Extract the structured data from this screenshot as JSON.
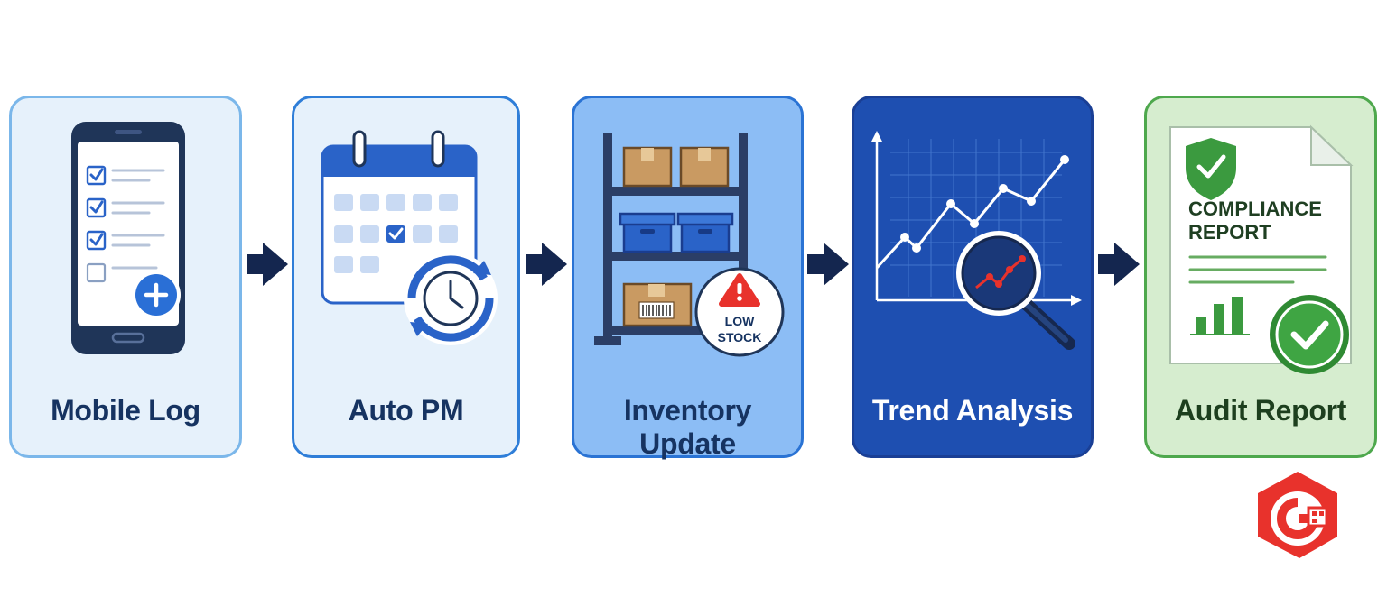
{
  "steps": [
    {
      "label": "Mobile Log",
      "icon": "mobile-checklist-icon"
    },
    {
      "label": "Auto PM",
      "icon": "calendar-clock-icon"
    },
    {
      "label": "Inventory Update",
      "icon": "warehouse-shelf-icon",
      "badge": "LOW\nSTOCK",
      "badge_line1": "LOW",
      "badge_line2": "STOCK"
    },
    {
      "label": "Trend Analysis",
      "icon": "trend-chart-magnifier-icon"
    },
    {
      "label": "Audit Report",
      "icon": "compliance-document-icon",
      "doc_title_line1": "COMPLIANCE",
      "doc_title_line2": "REPORT"
    }
  ],
  "colors": {
    "navy": "#163361",
    "blue": "#2a73d4",
    "dark_blue": "#1e4fb1",
    "green": "#4ea84d",
    "red": "#e8322c",
    "arrow": "#14264f"
  },
  "connectors": [
    "arrow-icon",
    "arrow-icon",
    "arrow-icon",
    "arrow-icon"
  ],
  "watermark": {
    "icon": "brand-logo-icon"
  }
}
